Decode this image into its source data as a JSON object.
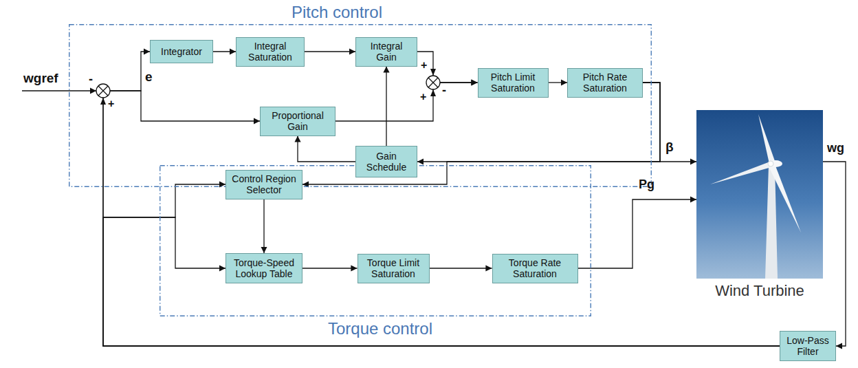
{
  "diagram": {
    "nodes": [
      {
        "text": [
          "Pitch control"
        ]
      },
      {
        "text": [
          "Integrator"
        ],
        "in": 0
      },
      {
        "text": [
          "Integral Saturation"
        ],
        "in": 0
      },
      {
        "text": [
          "Integral Gain"
        ],
        "in": 0
      },
      {
        "text": [
          "Pitch Limit Saturation"
        ],
        "in": 0
      },
      {
        "text": [
          "Pitch Rate Saturation"
        ],
        "in": 0
      },
      {
        "text": [
          "Proportional Gain"
        ],
        "in": 0
      },
      {
        "text": [
          "Gain Schedule"
        ],
        "in": 0
      },
      {
        "text": [
          "Torque control"
        ]
      },
      {
        "text": [
          "Control Region Selector"
        ],
        "in": 8
      },
      {
        "text": [
          "Torque-Speed Lookup Table"
        ],
        "in": 8
      },
      {
        "text": [
          "Torque Limit Saturation"
        ],
        "in": 8
      },
      {
        "text": [
          "Torque Rate Saturation"
        ],
        "in": 8
      },
      {
        "text": [
          "Wind Turbine"
        ]
      },
      {
        "text": [
          "Low-Pass Filter"
        ]
      }
    ],
    "edges": [
      {
        "from": 1,
        "to": 2,
        "arrow": "to"
      },
      {
        "from": 2,
        "to": 3,
        "arrow": "to"
      },
      {
        "from": 3,
        "to": 4,
        "arrow": "to"
      },
      {
        "from": 6,
        "to": 4,
        "arrow": "to"
      },
      {
        "from": 4,
        "to": 5,
        "arrow": "to"
      },
      {
        "from": 5,
        "to": 13,
        "arrow": "to"
      },
      {
        "from": 5,
        "to": 7,
        "arrow": "to"
      },
      {
        "from": 5,
        "to": 9,
        "arrow": "to"
      },
      {
        "from": 7,
        "to": 3,
        "arrow": "to"
      },
      {
        "from": 7,
        "to": 6,
        "arrow": "to"
      },
      {
        "from": 9,
        "to": 10,
        "arrow": "to"
      },
      {
        "from": 10,
        "to": 11,
        "arrow": "to"
      },
      {
        "from": 11,
        "to": 12,
        "arrow": "to"
      },
      {
        "from": 12,
        "to": 13,
        "arrow": "to"
      },
      {
        "from": 13,
        "to": 14,
        "arrow": "to"
      },
      {
        "from": 14,
        "to": 1,
        "arrow": "to"
      },
      {
        "from": 14,
        "to": 6,
        "arrow": "to"
      },
      {
        "from": 14,
        "to": 9,
        "arrow": "to"
      },
      {
        "from": 14,
        "to": 10,
        "arrow": "to"
      }
    ],
    "labels": [
      "wgref",
      "-",
      "+",
      "e",
      "+",
      "+",
      "-",
      "β",
      "Pg",
      "wg"
    ]
  }
}
